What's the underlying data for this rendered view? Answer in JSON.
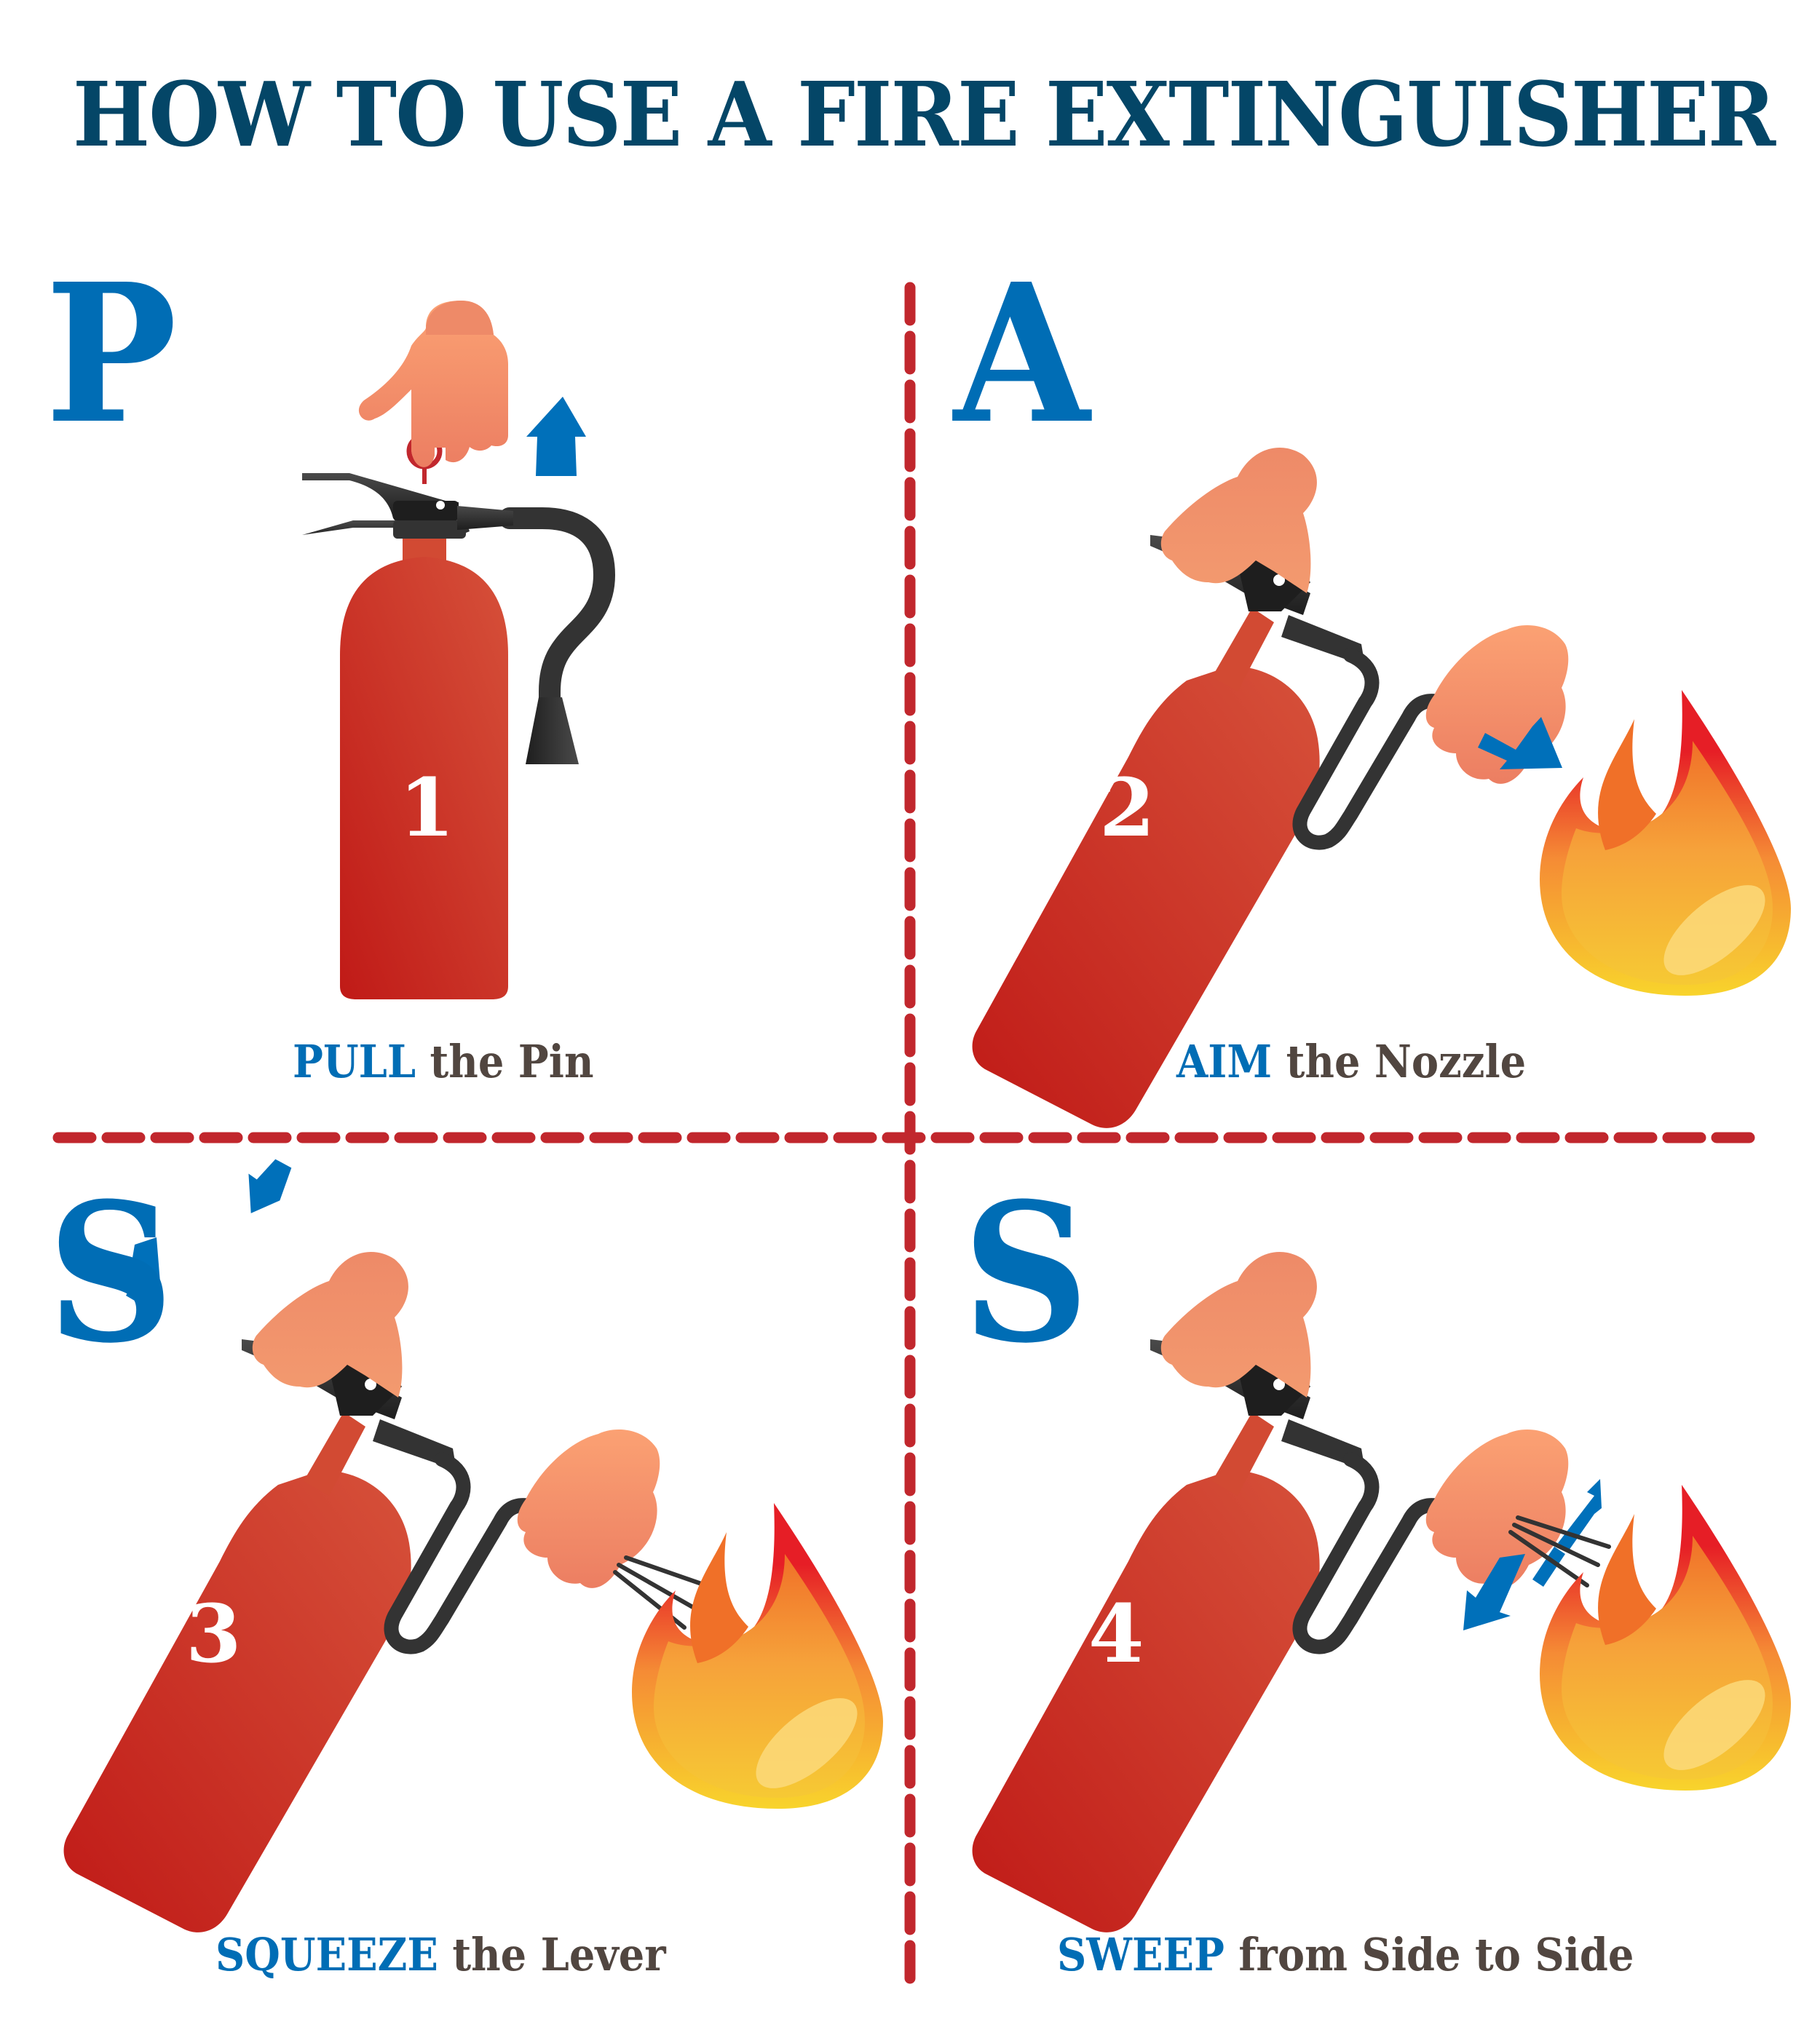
{
  "title": "HOW TO USE A FIRE EXTINGUISHER",
  "colors": {
    "title": "#044667",
    "accent_blue": "#006DB5",
    "caption_brown": "#514640",
    "divider_red": "#C1272D",
    "extinguisher_red": "#D24A33",
    "hose_black": "#333333",
    "skin_light": "#FBA173",
    "skin_dark": "#EC7E62",
    "fire_red": "#E61E26",
    "fire_orange": "#F07028",
    "fire_yellow": "#F8D42C"
  },
  "steps": [
    {
      "letter": "P",
      "number": "1",
      "verb": "PULL",
      "rest": "the Pin",
      "icons": [
        "pointing-hand-icon",
        "pin-ring-icon",
        "up-arrow-icon",
        "extinguisher-icon"
      ]
    },
    {
      "letter": "A",
      "number": "2",
      "verb": "AIM",
      "rest": "the Nozzle",
      "icons": [
        "gripping-hand-icon",
        "extinguisher-icon",
        "aim-arrow-icon",
        "flame-icon"
      ]
    },
    {
      "letter": "S",
      "number": "3",
      "verb": "SQUEEZE",
      "rest": "the Lever",
      "icons": [
        "gripping-hand-icon",
        "squeeze-arrows-icon",
        "extinguisher-icon",
        "spray-icon",
        "flame-icon"
      ]
    },
    {
      "letter": "S",
      "number": "4",
      "verb": "SWEEP",
      "rest": "from Side to Side",
      "icons": [
        "gripping-hand-icon",
        "extinguisher-icon",
        "sweep-arrows-icon",
        "spray-icon",
        "flame-icon"
      ]
    }
  ]
}
